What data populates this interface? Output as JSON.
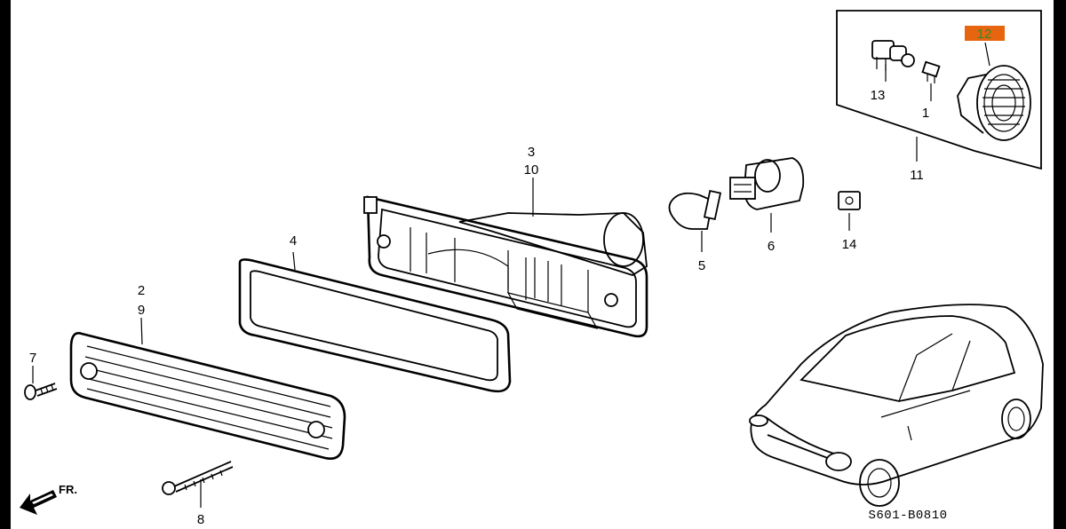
{
  "diagram": {
    "callouts": [
      "1",
      "2",
      "3",
      "4",
      "5",
      "6",
      "7",
      "8",
      "9",
      "10",
      "11",
      "12",
      "13",
      "14"
    ],
    "highlight_color": "#e8650f",
    "highlight_text_color": "#2f8a2f",
    "direction_label": "FR.",
    "drawing_code": "S601-B0810"
  }
}
